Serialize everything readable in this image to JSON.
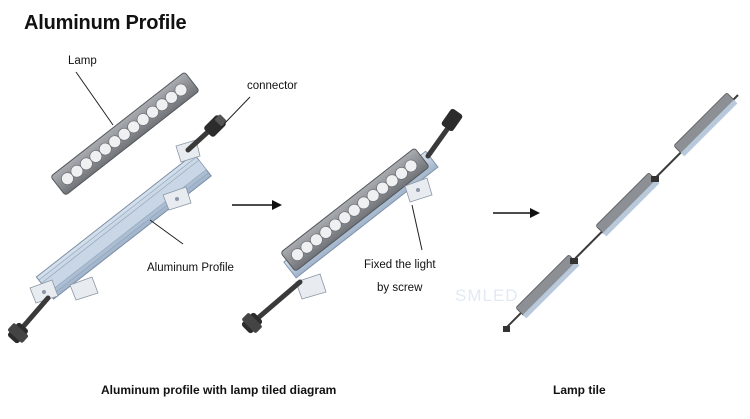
{
  "title": "Aluminum Profile",
  "labels": {
    "lamp": "Lamp",
    "connector": "connector",
    "profile": "Aluminum Profile",
    "fixed_line1": "Fixed the light",
    "fixed_line2": "by screw"
  },
  "captions": {
    "left": "Aluminum profile with lamp tiled diagram",
    "right": "Lamp tile"
  },
  "watermark": "SMLED",
  "colors": {
    "lamp_body": "#8c8f94",
    "lens": "#eef0f2",
    "profile": "#b9c9dc",
    "cable": "#3a3a3a",
    "text": "#111111"
  }
}
